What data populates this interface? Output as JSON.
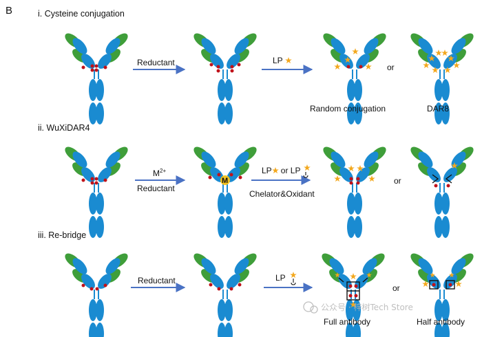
{
  "panel_letter": "B",
  "sections": [
    {
      "title": "i.  Cysteine conjugation",
      "arrows": [
        {
          "above": "Reductant",
          "below": ""
        },
        {
          "above": "LP",
          "below": ""
        }
      ],
      "or": "or",
      "captions": [
        "Random conjugation",
        "DAR8"
      ]
    },
    {
      "title": "ii.  WuXiDAR4",
      "arrows": [
        {
          "above": "M",
          "above_sup": "2+",
          "below": "Reductant"
        },
        {
          "above": "LP",
          "above_mid": " or LP",
          "below": "Chelator&Oxidant"
        }
      ],
      "metal_label": "M",
      "or": "or",
      "captions": [
        "",
        ""
      ]
    },
    {
      "title": "iii.  Re-bridge",
      "arrows": [
        {
          "above": "Reductant",
          "below": ""
        },
        {
          "above": "LP",
          "below": ""
        }
      ],
      "or": "or",
      "captions": [
        "Full antibody",
        "Half antibody"
      ]
    }
  ],
  "watermark": "公众号 · 梓树Tech Store",
  "colors": {
    "heavy_chain": "#1a8bd1",
    "light_chain": "#3f9e3a",
    "hinge": "#c0121a",
    "arrow": "#4a72c4",
    "star": "#f3a81e"
  }
}
